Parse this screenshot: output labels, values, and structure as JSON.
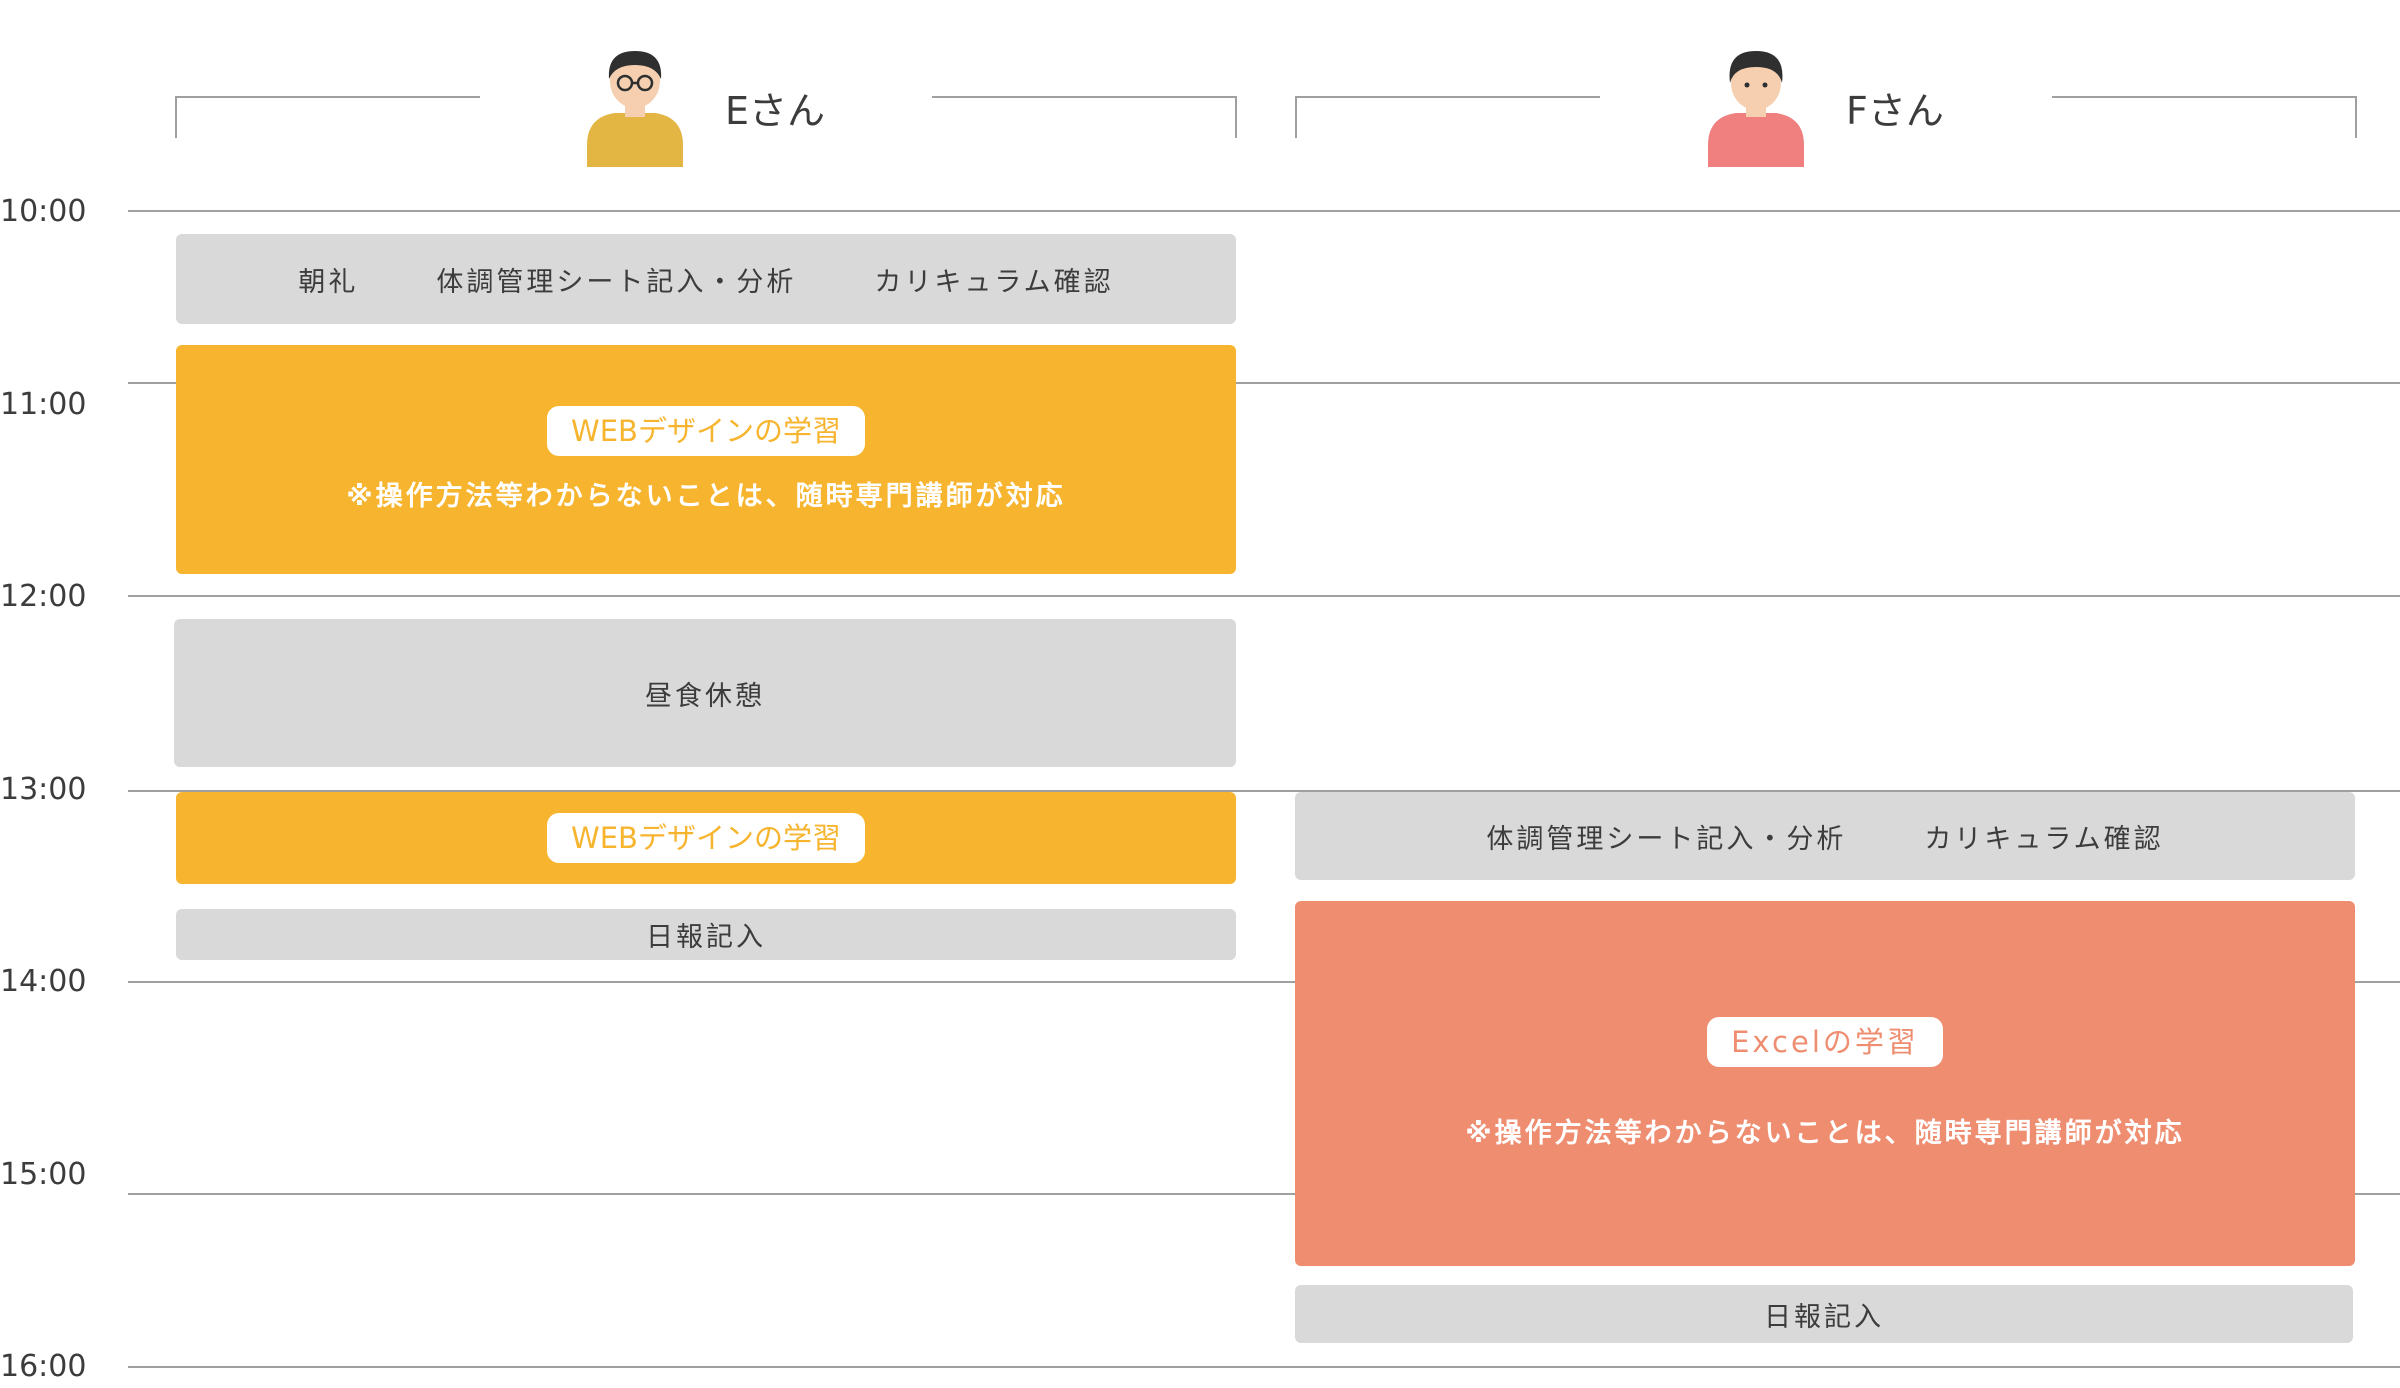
{
  "times": [
    "10:00",
    "11:00",
    "12:00",
    "13:00",
    "14:00",
    "15:00",
    "16:00"
  ],
  "people": [
    {
      "name": "Eさん",
      "avatar": "person-with-glasses-icon",
      "color": "#e3b644"
    },
    {
      "name": "Fさん",
      "avatar": "person-icon",
      "color": "#f08080"
    }
  ],
  "colors": {
    "gray_block": "#d9d9d9",
    "yellow_block": "#f7b52f",
    "salmon_block": "#ee8d70",
    "line": "#a0a0a0"
  },
  "schedule_e": {
    "morning": [
      "朝礼",
      "体調管理シート記入・分析",
      "カリキュラム確認"
    ],
    "web1_title": "WEBデザインの学習",
    "web1_note": "※操作方法等わからないことは、随時専門講師が対応",
    "lunch": "昼食休憩",
    "web2_title": "WEBデザインの学習",
    "report": "日報記入"
  },
  "schedule_f": {
    "afternoon": [
      "体調管理シート記入・分析",
      "カリキュラム確認"
    ],
    "excel_title": "Excelの学習",
    "excel_note": "※操作方法等わからないことは、随時専門講師が対応",
    "report": "日報記入"
  }
}
